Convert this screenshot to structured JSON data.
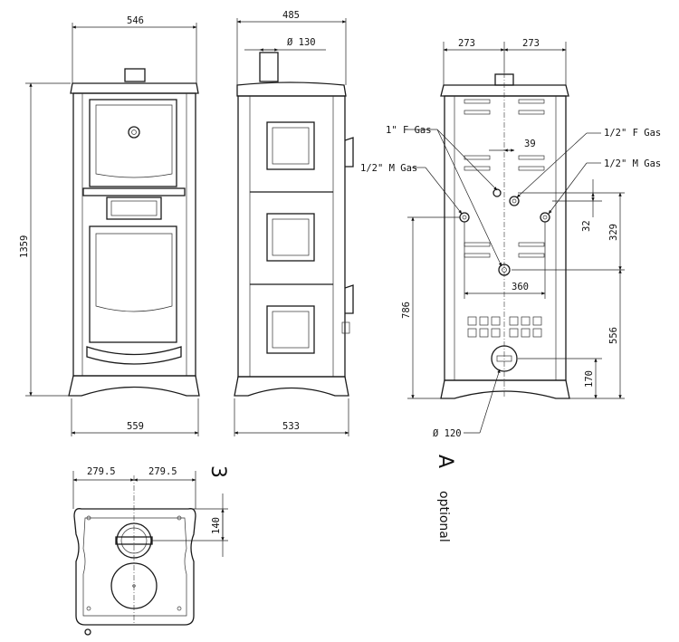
{
  "front_view": {
    "width_top": "546",
    "height": "1359",
    "width_base": "559"
  },
  "side_view": {
    "depth_top": "485",
    "flue_diameter": "Ø 130",
    "depth_base": "533"
  },
  "rear_view": {
    "half_width_left": "273",
    "half_width_right": "273",
    "spacing_39": "39",
    "height_32": "32",
    "height_329": "329",
    "width_360": "360",
    "height_786": "786",
    "height_556": "556",
    "height_170": "170",
    "outlet_diameter": "Ø 120",
    "labels": {
      "gas_1f": "1\" F Gas",
      "gas_half_m": "1/2\" M Gas",
      "gas_half_f": "1/2\" F Gas",
      "gas_half_m_right": "1/2\" M Gas"
    }
  },
  "top_view": {
    "half_left": "279.5",
    "half_right": "279.5",
    "depth_140": "140",
    "marker": "3"
  },
  "note": {
    "letter": "A",
    "text": "optional"
  }
}
